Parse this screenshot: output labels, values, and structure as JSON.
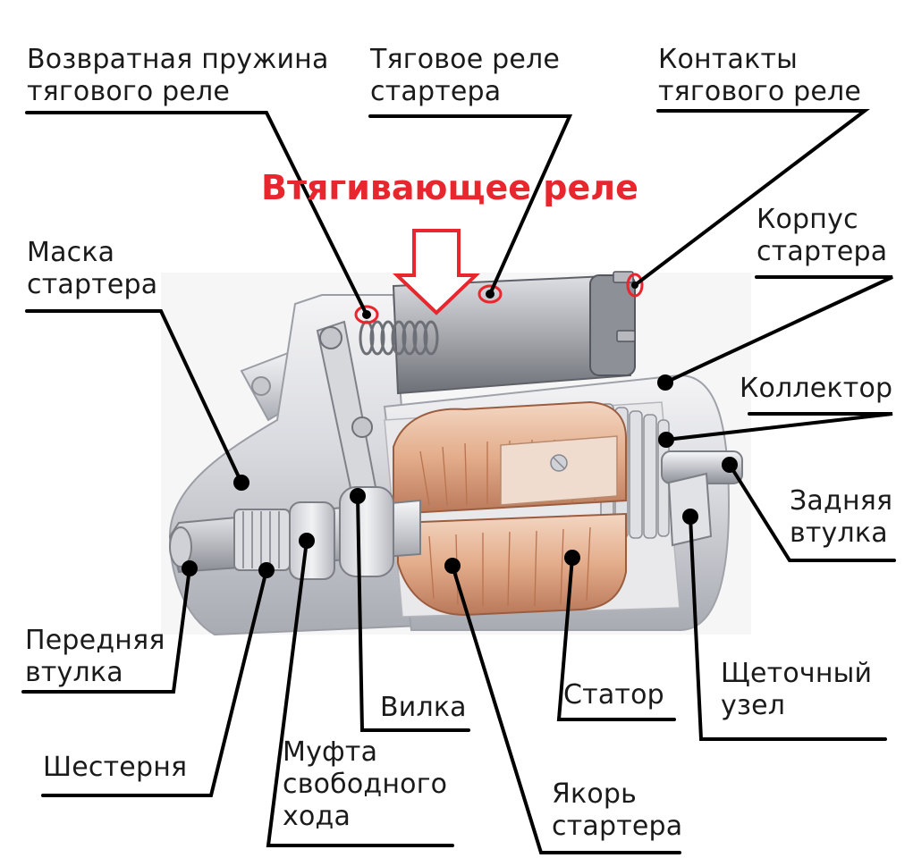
{
  "title": "Втягивающее реле",
  "labels": {
    "return_spring": [
      "Возвратная пружина",
      "тягового реле"
    ],
    "traction_relay": [
      "Тяговое реле",
      "стартера"
    ],
    "relay_contacts": [
      "Контакты",
      "тягового реле"
    ],
    "starter_mask": [
      "Маска",
      "стартера"
    ],
    "starter_housing": [
      "Корпус",
      "стартера"
    ],
    "commutator": [
      "Коллектор"
    ],
    "rear_bushing": [
      "Задняя",
      "втулка"
    ],
    "front_bushing": [
      "Передняя",
      "втулка"
    ],
    "gear": [
      "Шестерня"
    ],
    "fork": [
      "Вилка"
    ],
    "freewheel_clutch": [
      "Муфта",
      "свободного",
      "хода"
    ],
    "stator": [
      "Статор"
    ],
    "brush_unit": [
      "Щеточный",
      "узел"
    ],
    "armature": [
      "Якорь",
      "стартера"
    ]
  },
  "colors": {
    "accent_red": "#e8262d",
    "leader_line": "#000000"
  }
}
